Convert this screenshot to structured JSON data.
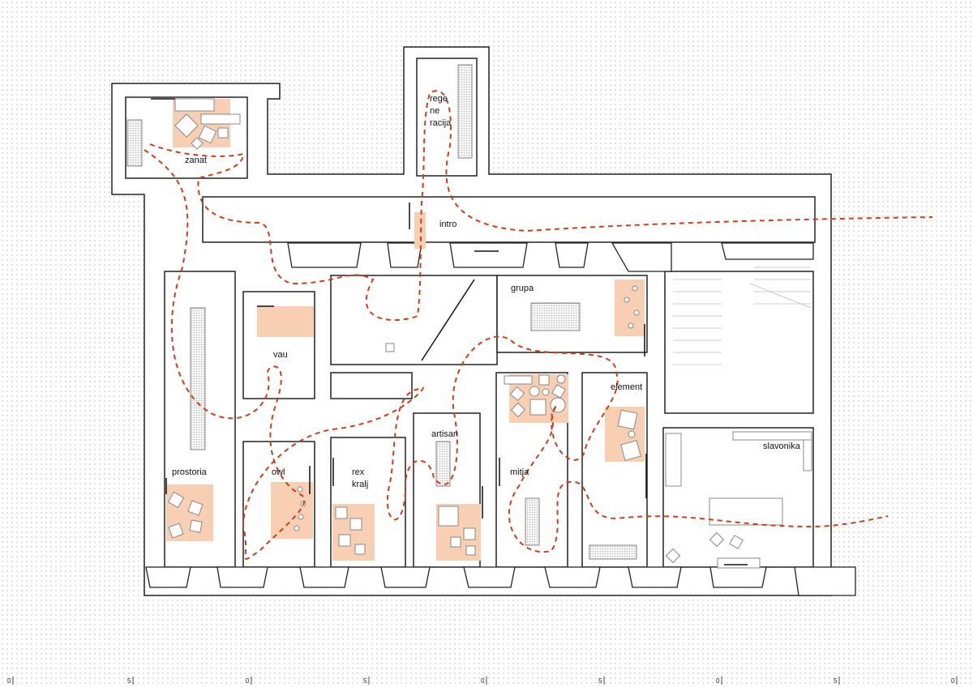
{
  "colors": {
    "exhibit_fill": "#f8cfb2",
    "route": "#c8401a",
    "wall": "#222222"
  },
  "rooms": [
    {
      "id": "zanat",
      "lines": [
        "zanat"
      ]
    },
    {
      "id": "regeneracija",
      "lines": [
        "rege",
        "ne",
        "racija"
      ]
    },
    {
      "id": "intro",
      "lines": [
        "intro"
      ]
    },
    {
      "id": "grupa",
      "lines": [
        "grupa"
      ]
    },
    {
      "id": "vau",
      "lines": [
        "vau"
      ]
    },
    {
      "id": "element",
      "lines": [
        "element"
      ]
    },
    {
      "id": "artisan",
      "lines": [
        "artisan"
      ]
    },
    {
      "id": "slavonika",
      "lines": [
        "slavonika"
      ]
    },
    {
      "id": "prostoria",
      "lines": [
        "prostoria"
      ]
    },
    {
      "id": "owl",
      "lines": [
        "owl"
      ]
    },
    {
      "id": "rex-kralj",
      "lines": [
        "rex",
        "kralj"
      ]
    },
    {
      "id": "mitja",
      "lines": [
        "mitja"
      ]
    }
  ],
  "scale_bar": [
    "0",
    "5",
    "0",
    "5",
    "0",
    "5",
    "0",
    "5",
    "0"
  ]
}
